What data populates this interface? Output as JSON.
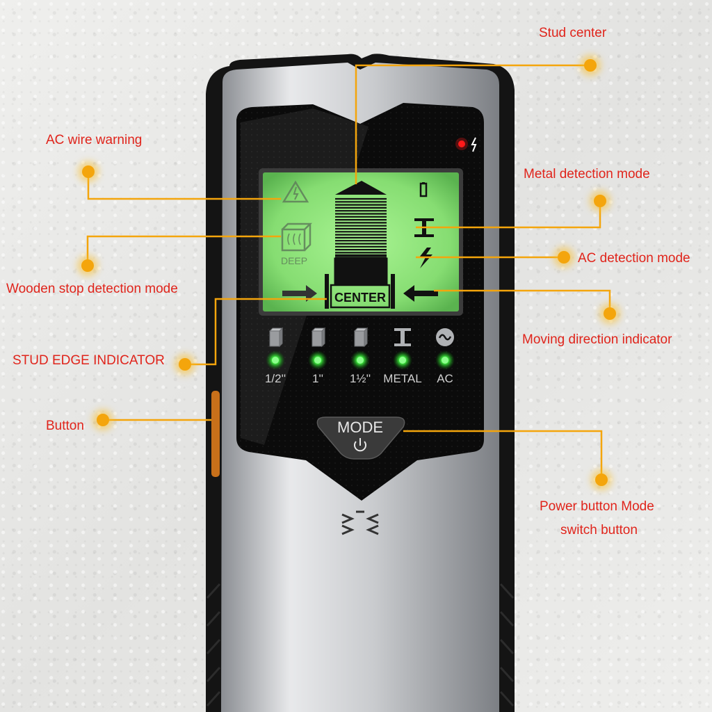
{
  "callouts": {
    "stud_center": "Stud center",
    "ac_wire_warning": "AC wire warning",
    "metal_detection_mode": "Metal detection mode",
    "ac_detection_mode": "AC detection mode",
    "wooden_stop_detection_mode": "Wooden stop detection mode",
    "moving_direction_indicator": "Moving direction indicator",
    "stud_edge_indicator": "STUD EDGE INDICATOR",
    "button": "Button",
    "power_button_line1": "Power button Mode",
    "power_button_line2": "switch button"
  },
  "lcd": {
    "deep_label": "DEEP",
    "center_label": "CENTER"
  },
  "indicators": [
    {
      "label": "1/2''",
      "icon": "wood-block-icon",
      "state": "on"
    },
    {
      "label": "1''",
      "icon": "wood-block-icon",
      "state": "on"
    },
    {
      "label": "1½''",
      "icon": "wood-block-icon",
      "state": "on"
    },
    {
      "label": "METAL",
      "icon": "i-beam-icon",
      "state": "on"
    },
    {
      "label": "AC",
      "icon": "ac-wave-icon",
      "state": "on"
    }
  ],
  "mode_button": {
    "label": "MODE",
    "icon": "power-icon"
  },
  "colors": {
    "callout_text": "#e0241b",
    "callout_line": "#f4a50c",
    "lcd_green": "#8ee07a",
    "led_green": "#35e035",
    "warning_led": "#ff1a1a"
  }
}
